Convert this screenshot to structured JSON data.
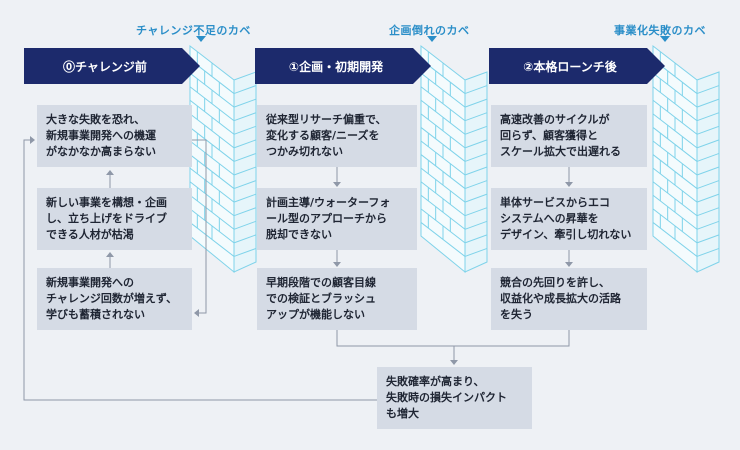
{
  "walls": [
    {
      "label": "チャレンジ不足のカベ"
    },
    {
      "label": "企画倒れのカベ"
    },
    {
      "label": "事業化失敗のカベ"
    }
  ],
  "phases": [
    {
      "title": "⓪チャレンジ前",
      "boxes": [
        "大きな失敗を恐れ、\n新規事業開発への機運\nがなかなか高まらない",
        "新しい事業を構想・企画\nし、立ち上げをドライブ\nできる人材が枯渇",
        "新規事業開発への\nチャレンジ回数が増えず、\n学びも蓄積されない"
      ]
    },
    {
      "title": "①企画・初期開発",
      "boxes": [
        "従来型リサーチ偏重で、\n変化する顧客/ニーズを\nつかみ切れない",
        "計画主導/ウォーターフォ\nール型のアプローチから\n脱却できない",
        "早期段階での顧客目線\nでの検証とブラッシュ\nアップが機能しない"
      ]
    },
    {
      "title": "②本格ローンチ後",
      "boxes": [
        "高速改善のサイクルが\n回らず、顧客獲得と\nスケール拡大で出遅れる",
        "単体サービスからエコ\nシステムへの昇華を\nデザイン、牽引し切れない",
        "競合の先回りを許し、\n収益化や成長拡大の活路\nを失う"
      ]
    }
  ],
  "result": "失敗確率が高まり、\n失敗時の損失インパクト\nも増大",
  "colors": {
    "header": "#1c2a6c",
    "accent": "#2a8ec8",
    "box": "#d5dbe5",
    "background": "#eef1f5",
    "wall_brick": "#7fd3ea"
  }
}
